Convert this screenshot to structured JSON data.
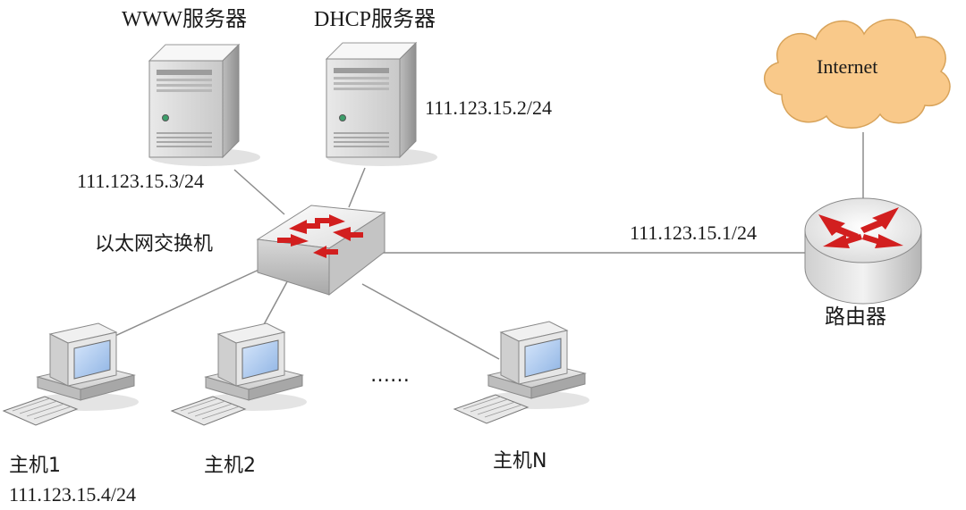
{
  "nodes": {
    "www_server": {
      "label": "WWW服务器",
      "ip": "111.123.15.3/24"
    },
    "dhcp_server": {
      "label": "DHCP服务器",
      "ip": "111.123.15.2/24"
    },
    "switch": {
      "label": "以太网交换机"
    },
    "router": {
      "label": "路由器",
      "ip": "111.123.15.1/24"
    },
    "internet": {
      "label": "Internet"
    },
    "host1": {
      "label": "主机1",
      "ip": "111.123.15.4/24"
    },
    "host2": {
      "label": "主机2"
    },
    "hostN": {
      "label": "主机N"
    },
    "ellipsis": "……"
  },
  "colors": {
    "line": "#8c8c8c",
    "cloud_fill": "#f9c98a",
    "cloud_stroke": "#d8a35a",
    "arrow": "#d21f1f",
    "device_light": "#f4f4f4",
    "device_dark": "#b8b8b8",
    "screen": "#a9c7ee"
  }
}
